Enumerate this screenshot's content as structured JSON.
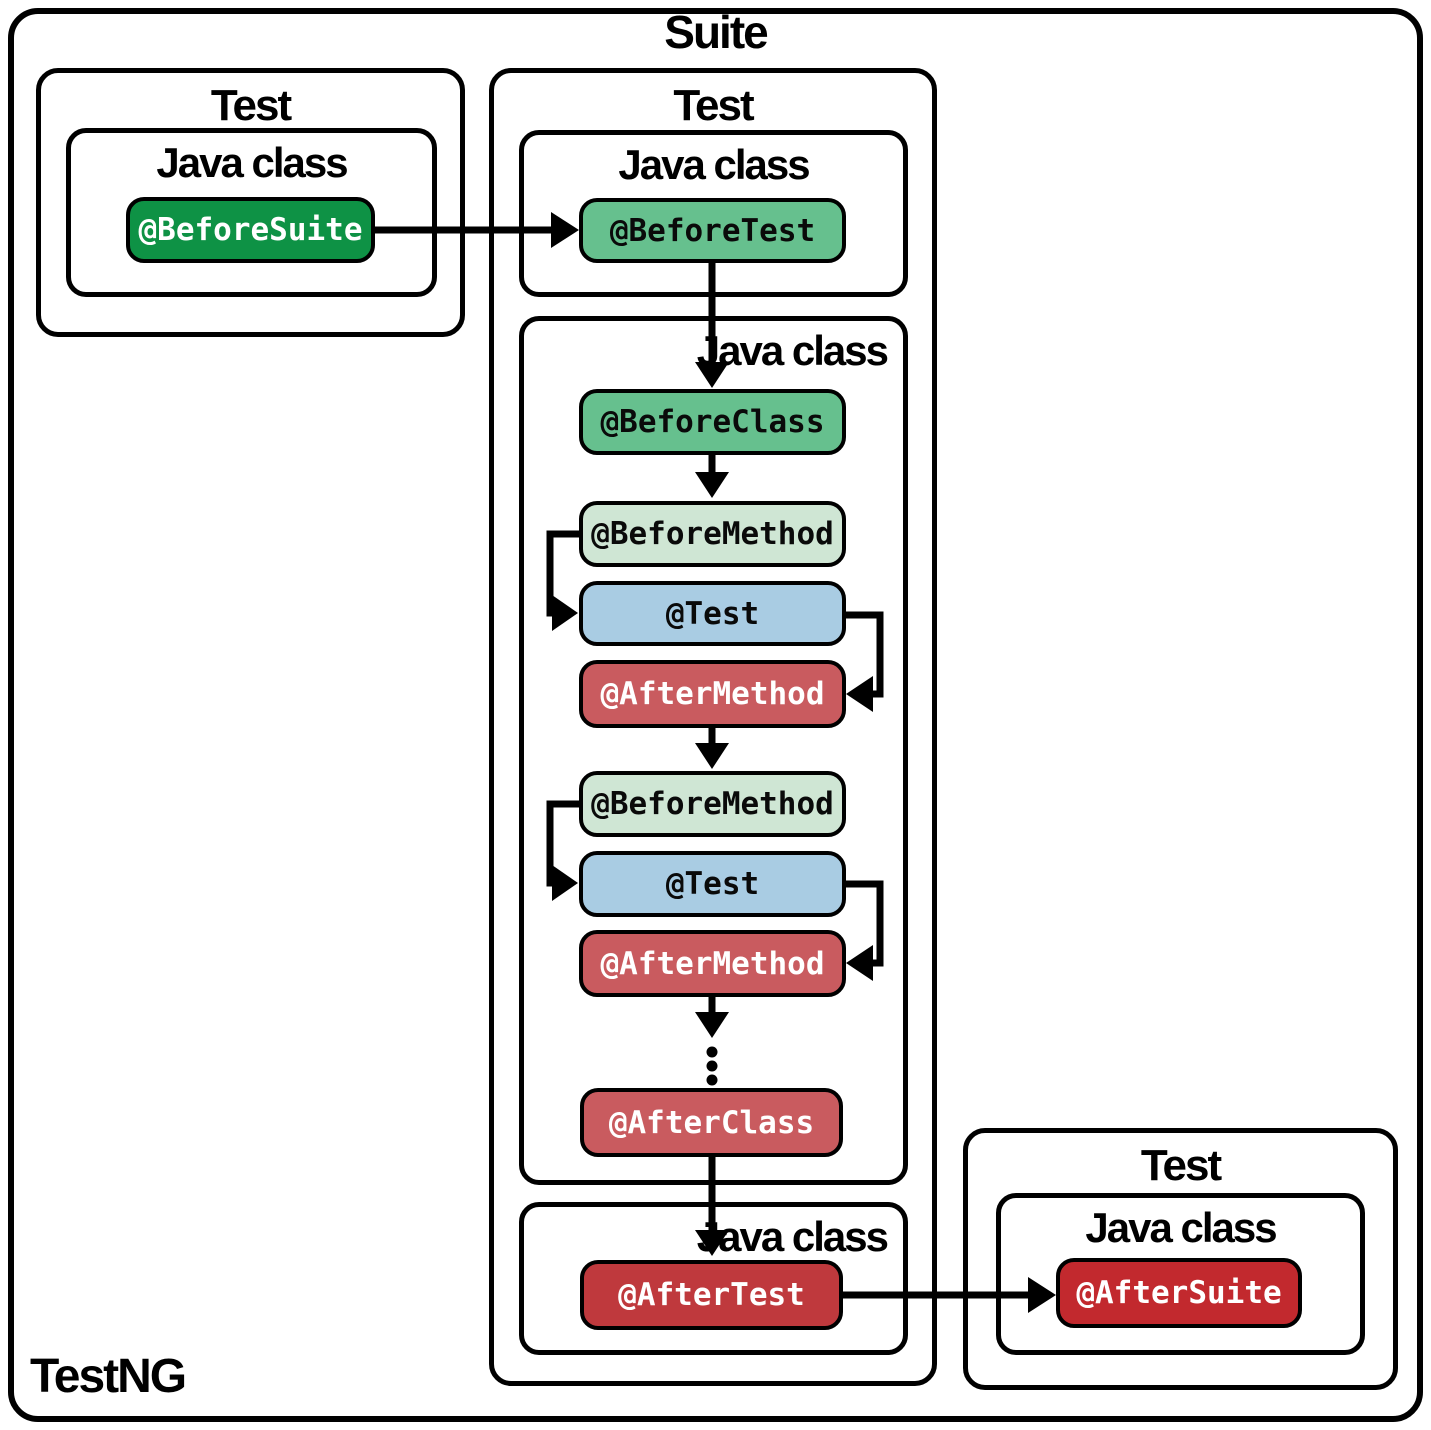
{
  "titles": {
    "suite": "Suite",
    "framework": "TestNG"
  },
  "colors": {
    "border": "#000000",
    "arrow": "#000000",
    "background": "#ffffff",
    "green_dark": "#0e9245",
    "green_medium": "#66c08e",
    "green_light": "#cfe6d4",
    "blue_light": "#a9cce3",
    "red_medium": "#c95b5f",
    "red_strong": "#bf393d",
    "red_dark": "#c2292e"
  },
  "left_test": {
    "title": "Test",
    "java_class": {
      "title": "Java class",
      "pill": {
        "label": "@BeforeSuite",
        "bg": "#0e9245",
        "fg": "#ffffff"
      }
    }
  },
  "middle_test": {
    "title": "Test",
    "java_class_top": {
      "title": "Java class",
      "pill": {
        "label": "@BeforeTest",
        "bg": "#66c08e",
        "fg": "#0a0a0a"
      }
    },
    "java_class_main": {
      "title": "Java class",
      "pills": [
        {
          "label": "@BeforeClass",
          "bg": "#66c08e",
          "fg": "#0a0a0a"
        },
        {
          "label": "@BeforeMethod",
          "bg": "#cfe6d4",
          "fg": "#0a0a0a"
        },
        {
          "label": "@Test",
          "bg": "#a9cce3",
          "fg": "#0a0a0a"
        },
        {
          "label": "@AfterMethod",
          "bg": "#c95b5f",
          "fg": "#ffffff"
        },
        {
          "label": "@BeforeMethod",
          "bg": "#cfe6d4",
          "fg": "#0a0a0a"
        },
        {
          "label": "@Test",
          "bg": "#a9cce3",
          "fg": "#0a0a0a"
        },
        {
          "label": "@AfterMethod",
          "bg": "#c95b5f",
          "fg": "#ffffff"
        },
        {
          "label": "@AfterClass",
          "bg": "#c95b5f",
          "fg": "#ffffff"
        }
      ]
    },
    "java_class_bottom": {
      "title": "Java class",
      "pill": {
        "label": "@AfterTest",
        "bg": "#bf393d",
        "fg": "#ffffff"
      }
    }
  },
  "right_test": {
    "title": "Test",
    "java_class": {
      "title": "Java class",
      "pill": {
        "label": "@AfterSuite",
        "bg": "#c2292e",
        "fg": "#ffffff"
      }
    }
  }
}
